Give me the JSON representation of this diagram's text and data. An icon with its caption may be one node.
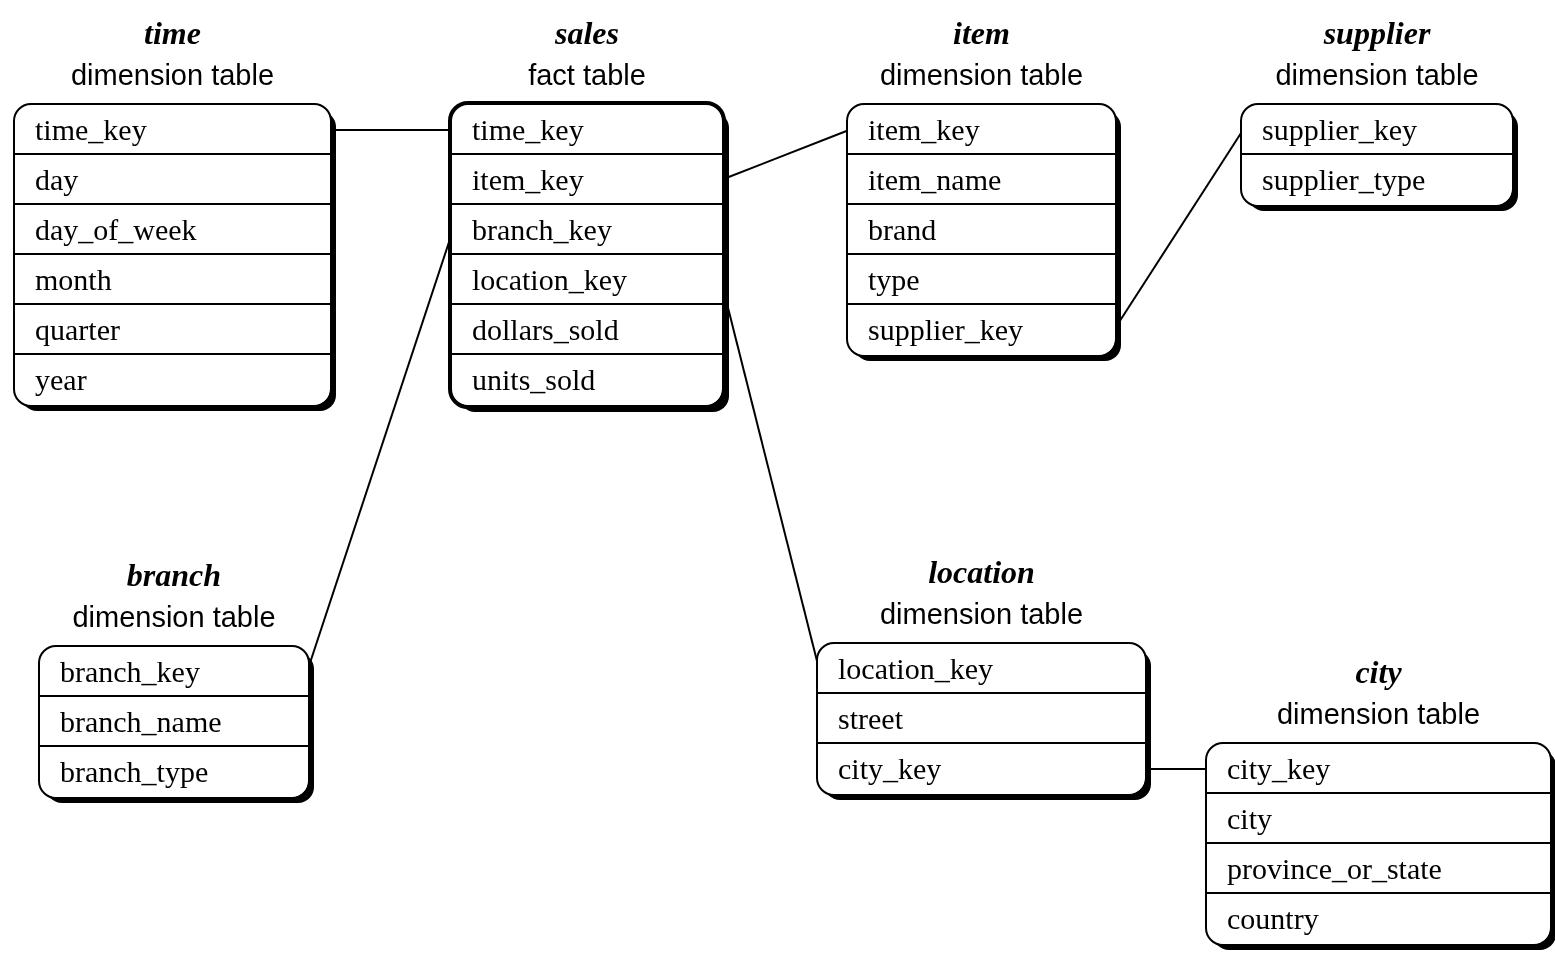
{
  "diagram": {
    "nodes": [
      {
        "text": [
          "time",
          "dimension table"
        ]
      },
      {
        "text": [
          "time_key"
        ],
        "in": 0
      },
      {
        "text": [
          "day"
        ],
        "in": 0
      },
      {
        "text": [
          "day_of_week"
        ],
        "in": 0
      },
      {
        "text": [
          "month"
        ],
        "in": 0
      },
      {
        "text": [
          "quarter"
        ],
        "in": 0
      },
      {
        "text": [
          "year"
        ],
        "in": 0
      },
      {
        "text": [
          "sales",
          "fact table"
        ]
      },
      {
        "text": [
          "time_key"
        ],
        "in": 7
      },
      {
        "text": [
          "item_key"
        ],
        "in": 7
      },
      {
        "text": [
          "branch_key"
        ],
        "in": 7
      },
      {
        "text": [
          "location_key"
        ],
        "in": 7
      },
      {
        "text": [
          "dollars_sold"
        ],
        "in": 7
      },
      {
        "text": [
          "units_sold"
        ],
        "in": 7
      },
      {
        "text": [
          "item",
          "dimension table"
        ]
      },
      {
        "text": [
          "item_key"
        ],
        "in": 14
      },
      {
        "text": [
          "item_name"
        ],
        "in": 14
      },
      {
        "text": [
          "brand"
        ],
        "in": 14
      },
      {
        "text": [
          "type"
        ],
        "in": 14
      },
      {
        "text": [
          "supplier_key"
        ],
        "in": 14
      },
      {
        "text": [
          "supplier",
          "dimension table"
        ]
      },
      {
        "text": [
          "supplier_key"
        ],
        "in": 20
      },
      {
        "text": [
          "supplier_type"
        ],
        "in": 20
      },
      {
        "text": [
          "branch",
          "dimension table"
        ]
      },
      {
        "text": [
          "branch_key"
        ],
        "in": 23
      },
      {
        "text": [
          "branch_name"
        ],
        "in": 23
      },
      {
        "text": [
          "branch_type"
        ],
        "in": 23
      },
      {
        "text": [
          "location",
          "dimension table"
        ]
      },
      {
        "text": [
          "location_key"
        ],
        "in": 27
      },
      {
        "text": [
          "street"
        ],
        "in": 27
      },
      {
        "text": [
          "city_key"
        ],
        "in": 27
      },
      {
        "text": [
          "city",
          "dimension table"
        ]
      },
      {
        "text": [
          "city_key"
        ],
        "in": 31
      },
      {
        "text": [
          "city"
        ],
        "in": 31
      },
      {
        "text": [
          "province_or_state"
        ],
        "in": 31
      },
      {
        "text": [
          "country"
        ],
        "in": 31
      }
    ],
    "edges": [
      {
        "from": 1,
        "to": 8,
        "arrow": "none"
      },
      {
        "from": 9,
        "to": 15,
        "arrow": "none"
      },
      {
        "from": 19,
        "to": 21,
        "arrow": "none"
      },
      {
        "from": 10,
        "to": 24,
        "arrow": "none"
      },
      {
        "from": 11,
        "to": 28,
        "arrow": "none"
      },
      {
        "from": 30,
        "to": 32,
        "arrow": "none"
      }
    ]
  }
}
